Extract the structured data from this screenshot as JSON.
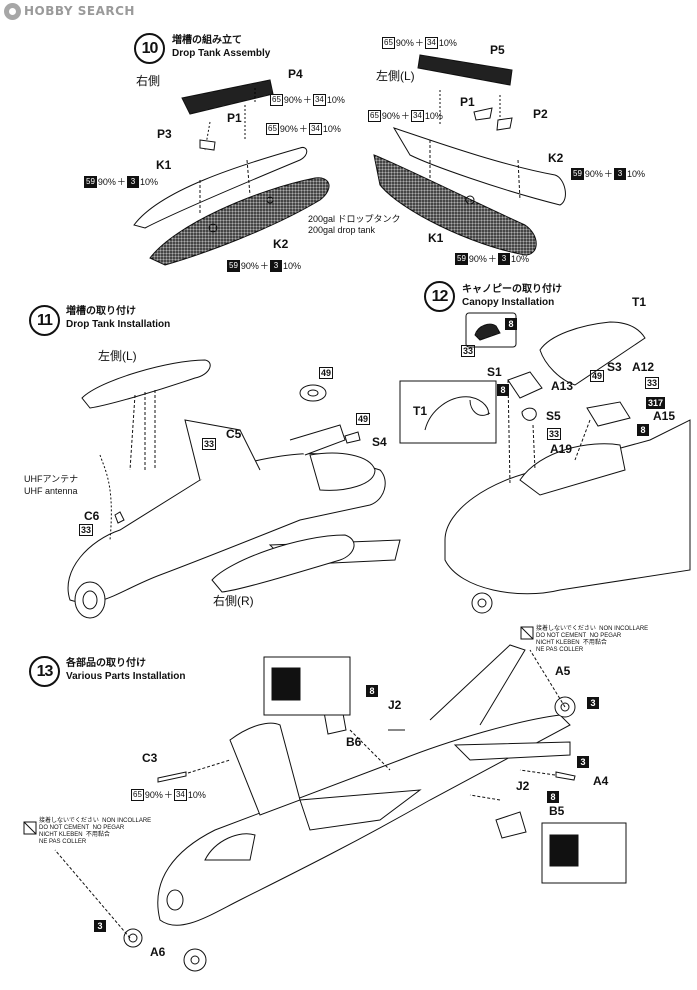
{
  "watermark": {
    "text": "HOBBY SEARCH"
  },
  "steps": {
    "s10": {
      "num": "10",
      "title_jp": "増槽の組み立て",
      "title_en": "Drop Tank Assembly"
    },
    "s11": {
      "num": "11",
      "title_jp": "増槽の取り付け",
      "title_en": "Drop Tank Installation"
    },
    "s12": {
      "num": "12",
      "title_jp": "キャノピーの取り付け",
      "title_en": "Canopy Installation"
    },
    "s13": {
      "num": "13",
      "title_jp": "各部品の取り付け",
      "title_en": "Various Parts Installation"
    }
  },
  "labels": {
    "right_side": "右側",
    "left_side": "左側(L)",
    "right_side_r": "右側(R)",
    "tank_jp": "200gal ドロップタンク",
    "tank_en": "200gal drop tank",
    "uhf_jp": "UHFアンテナ",
    "uhf_en": "UHF antenna"
  },
  "parts": {
    "P4": "P4",
    "P3": "P3",
    "P1a": "P1",
    "K1a": "K1",
    "K2a": "K2",
    "P5": "P5",
    "P1b": "P1",
    "P2": "P2",
    "K2b": "K2",
    "K1b": "K1",
    "C5": "C5",
    "S4": "S4",
    "C6": "C6",
    "T1": "T1",
    "S1": "S1",
    "A13": "A13",
    "S3": "S3",
    "A12": "A12",
    "S5": "S5",
    "A15": "A15",
    "A19": "A19",
    "T1b": "T1",
    "A5": "A5",
    "J2a": "J2",
    "B6": "B6",
    "C3": "C3",
    "A4": "A4",
    "J2b": "J2",
    "B5": "B5",
    "A6": "A6"
  },
  "paints": {
    "mix65_34": {
      "a": "65",
      "pa": "90%",
      "plus": "＋",
      "b": "34",
      "pb": "10%"
    },
    "mix59_3": {
      "a": "59",
      "pa": "90%",
      "plus": "＋",
      "b": "3",
      "pb": "10%"
    }
  },
  "codes": {
    "c8": "8",
    "c33": "33",
    "c49": "49",
    "c3": "3",
    "c317": "317"
  },
  "warning": {
    "jp1": "接着しないでください",
    "en1": "DO NOT CEMENT",
    "de1": "NICHT KLEBEN",
    "fr1": "NE PAS COLLER",
    "es1": "NON INCOLLARE",
    "pt1": "NO PEGAR",
    "cn1": "不用黏合"
  },
  "colors": {
    "ink": "#111111",
    "tank_shade": "#dedede",
    "watermark": "#9a9a9a"
  }
}
